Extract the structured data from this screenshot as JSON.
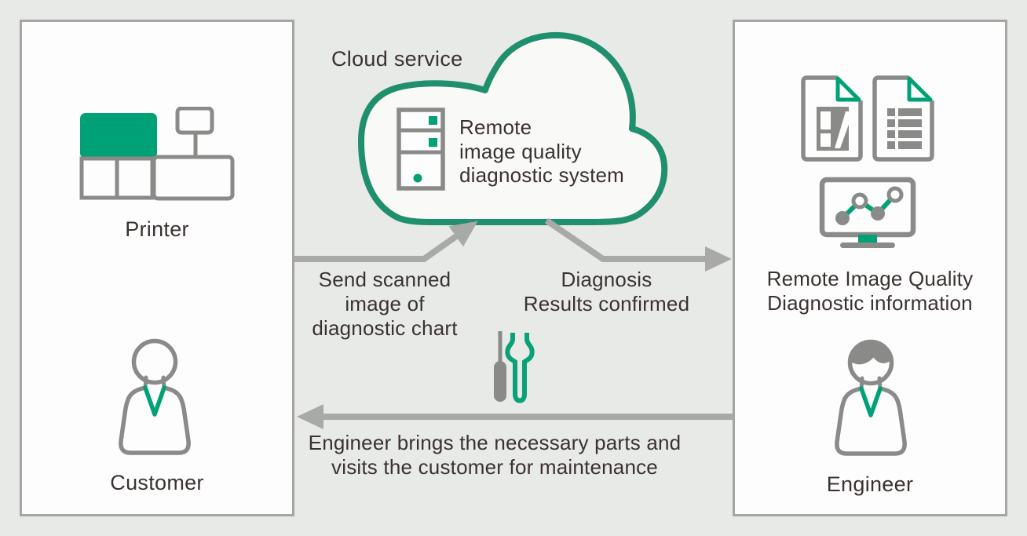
{
  "colors": {
    "accent_green": "#00a176",
    "cloud_stroke": "#1f8f6d",
    "icon_gray": "#8a8a88",
    "arrow_gray": "#a9aaa8",
    "panel_border": "#a5a5a3",
    "background": "#e8eae8",
    "text": "#3a3230"
  },
  "cloud": {
    "title": "Cloud service",
    "system_lines": [
      "Remote",
      "image quality",
      "diagnostic system"
    ]
  },
  "panels": {
    "left": {
      "printer_label": "Printer",
      "customer_label": "Customer"
    },
    "right": {
      "info_lines": [
        "Remote Image Quality",
        "Diagnostic information"
      ],
      "engineer_label": "Engineer"
    }
  },
  "arrows": {
    "send": {
      "lines": [
        "Send scanned",
        "image of",
        "diagnostic chart"
      ]
    },
    "diagnosis": {
      "lines": [
        "Diagnosis",
        "Results confirmed"
      ]
    },
    "visit": {
      "lines": [
        "Engineer brings the necessary parts and",
        "visits the customer for maintenance"
      ]
    }
  },
  "icons": [
    "printer-icon",
    "customer-icon",
    "engineer-icon",
    "server-icon",
    "cloud-shape",
    "document-layout-icon",
    "document-report-icon",
    "monitor-chart-icon",
    "screwdriver-icon",
    "wrench-icon"
  ]
}
